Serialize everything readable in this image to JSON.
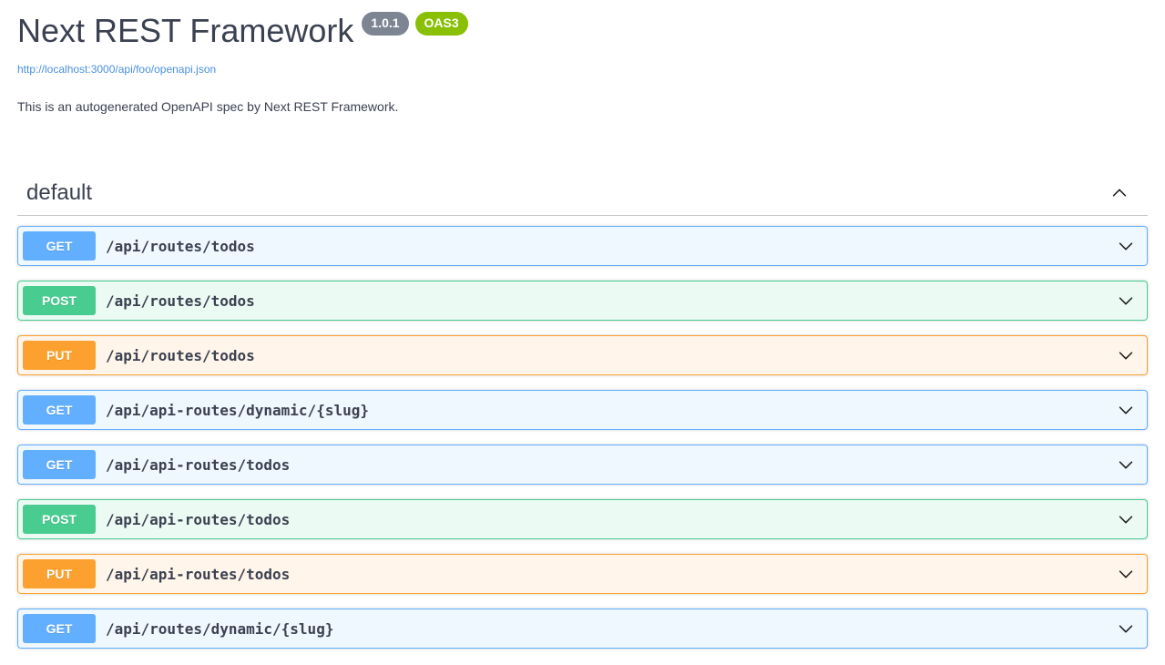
{
  "header": {
    "title": "Next REST Framework",
    "version_badge": "1.0.1",
    "oas_badge": "OAS3",
    "spec_url": "http://localhost:3000/api/foo/openapi.json",
    "description": "This is an autogenerated OpenAPI spec by Next REST Framework."
  },
  "section": {
    "name": "default",
    "expanded": true
  },
  "operations": [
    {
      "method": "GET",
      "path": "/api/routes/todos"
    },
    {
      "method": "POST",
      "path": "/api/routes/todos"
    },
    {
      "method": "PUT",
      "path": "/api/routes/todos"
    },
    {
      "method": "GET",
      "path": "/api/api-routes/dynamic/{slug}"
    },
    {
      "method": "GET",
      "path": "/api/api-routes/todos"
    },
    {
      "method": "POST",
      "path": "/api/api-routes/todos"
    },
    {
      "method": "PUT",
      "path": "/api/api-routes/todos"
    },
    {
      "method": "GET",
      "path": "/api/routes/dynamic/{slug}"
    }
  ],
  "colors": {
    "get": "#61affe",
    "post": "#49cc90",
    "put": "#fca130",
    "title_text": "#3b4151",
    "link": "#4990e2",
    "version_badge_bg": "#7d8492",
    "oas_badge_bg": "#89bf04"
  }
}
